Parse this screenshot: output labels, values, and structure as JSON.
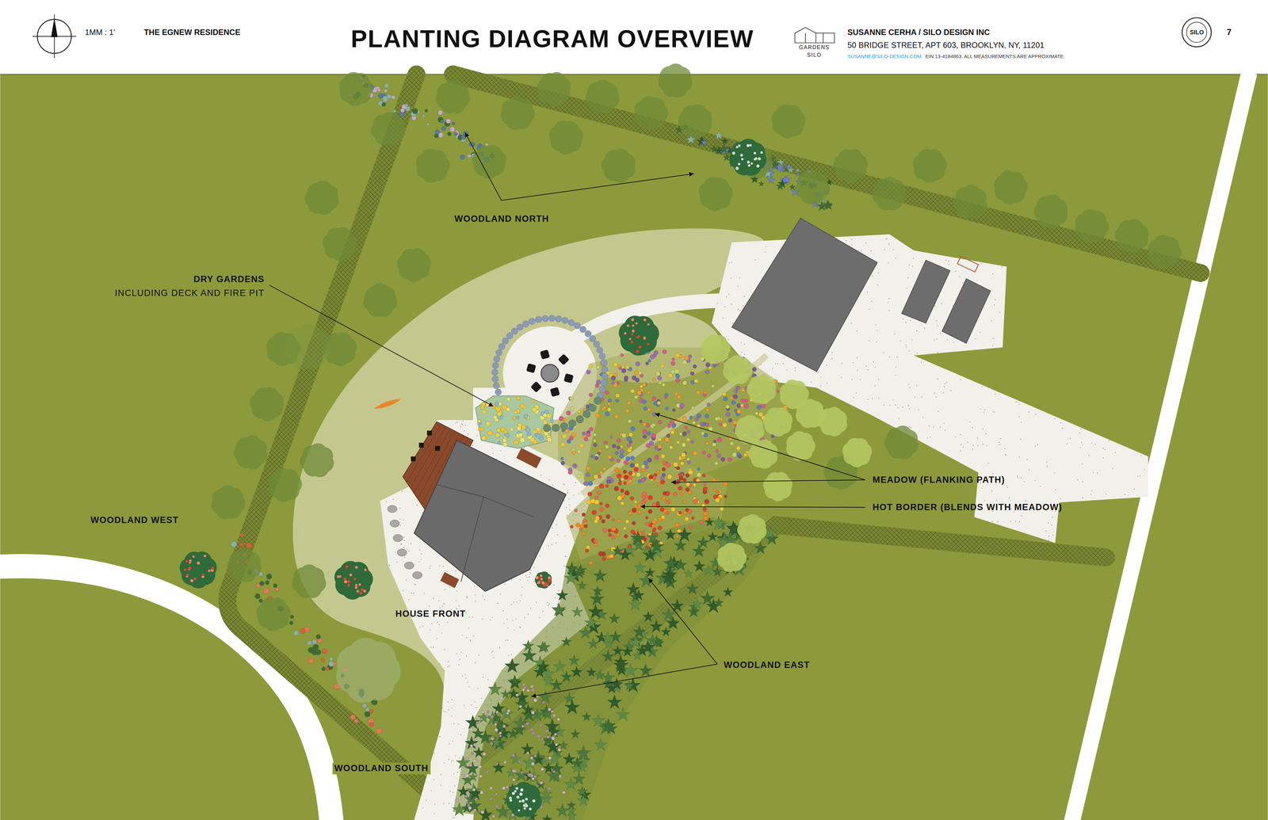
{
  "diagram": {
    "title": "PLANTING DIAGRAM OVERVIEW",
    "labels": [
      "1MM : 1'",
      "THE EGNEW RESIDENCE",
      "GARDENS",
      "SILO",
      "SUSANNE CERHA / SILO DESIGN INC",
      "50 BRIDGE STREET, APT 603, BROOKLYN, NY, 11201",
      "SUSANNE@SILO-DESIGN.COM.",
      "EIN 13-4184863. ALL MEASUREMENTS ARE APPROXIMATE.",
      "SILO",
      "7",
      "WOODLAND NORTH",
      "DRY GARDENS",
      "INCLUDING DECK AND FIRE PIT",
      "WOODLAND WEST",
      "HOUSE FRONT",
      "MEADOW (FLANKING PATH)",
      "HOT BORDER (BLENDS WITH MEADOW)",
      "WOODLAND EAST",
      "WOODLAND SOUTH"
    ]
  }
}
